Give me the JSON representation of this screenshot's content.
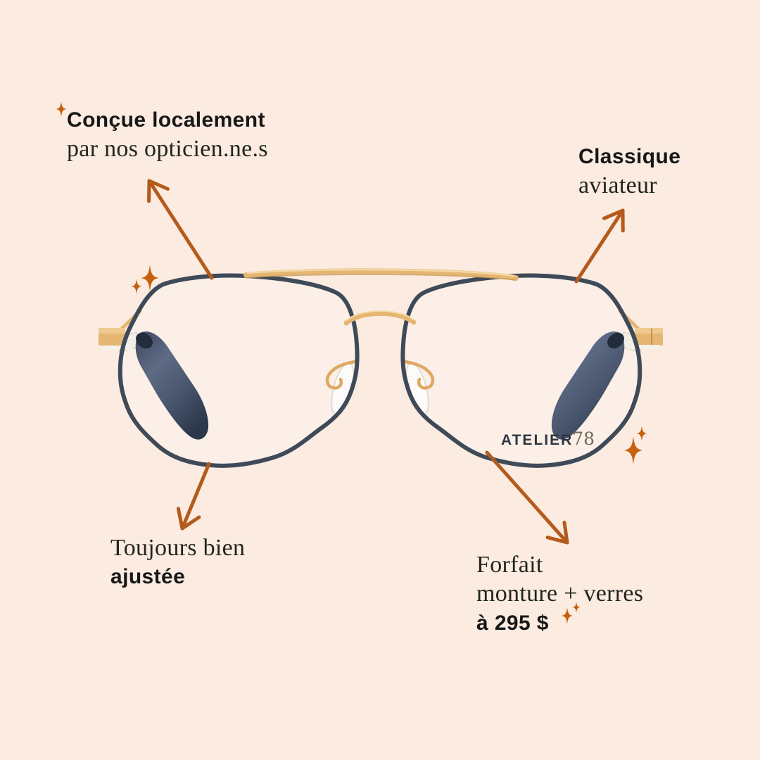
{
  "callouts": {
    "top_left": {
      "line1": "Conçue localement",
      "line2": "par nos opticien.ne.s"
    },
    "top_right": {
      "line1": "Classique",
      "line2": "aviateur"
    },
    "bottom_left": {
      "line1": "Toujours bien",
      "line2": "ajustée"
    },
    "bottom_right": {
      "line1": "Forfait",
      "line2": "monture + verres",
      "line3": "à 295 $"
    }
  },
  "product": {
    "lens_brand": "ATELIER",
    "lens_brand_number": "78"
  },
  "icons": {
    "sparkle": "✦",
    "arrow": "➚"
  },
  "colors": {
    "background": "#FBEBE0",
    "arrow_orange": "#B45A1C",
    "sparkle_orange": "#C6600F",
    "frame_navy": "#3F4A59",
    "frame_gold": "#E4B672",
    "text_primary": "#1A1A1A"
  }
}
